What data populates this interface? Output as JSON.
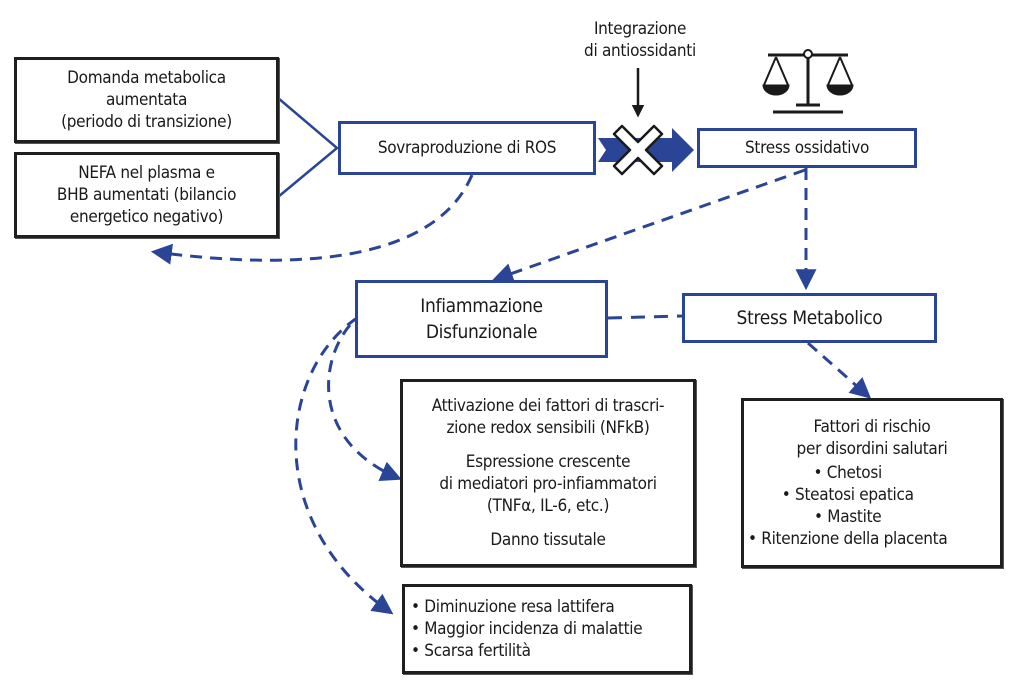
{
  "diagram": {
    "nodes": {
      "domanda": {
        "lines": [
          "Domanda metabolica",
          "aumentata",
          "(periodo di transizione)"
        ]
      },
      "nefa": {
        "lines": [
          "NEFA nel plasma e",
          "BHB aumentati (bilancio",
          "energetico negativo)"
        ]
      },
      "ros": {
        "label": "Sovraproduzione di ROS"
      },
      "stress_ossidativo": {
        "label": "Stress ossidativo"
      },
      "infiammazione": {
        "lines": [
          "Infiammazione",
          "Disfunzionale"
        ]
      },
      "stress_metabolico": {
        "label": "Stress Metabolico"
      },
      "attivazione": {
        "block1": [
          "Attivazione dei fattori di trascri-",
          "zione redox sensibili (NFkB)"
        ],
        "block2": [
          "Espressione crescente",
          "di mediatori pro-infiammatori",
          "(TNFα, IL-6, etc.)"
        ],
        "block3": [
          "Danno tissutale"
        ]
      },
      "fattori_rischio": {
        "title": [
          "Fattori di rischio",
          "per disordini salutari"
        ],
        "items": [
          "• Chetosi",
          "• Steatosi epatica",
          "• Mastite",
          "• Ritenzione della placenta"
        ]
      },
      "conseguenze": {
        "items": [
          "• Diminuzione resa lattifera",
          "• Maggior incidenza di malattie",
          "• Scarsa fertilità"
        ]
      }
    },
    "annotation": {
      "lines": [
        "Integrazione",
        "di antiossidanti"
      ]
    },
    "icons": {
      "balance": "scales-icon",
      "block": "x-block-icon"
    },
    "colors": {
      "blue": "#2b4596",
      "black": "#1f1f1f"
    }
  }
}
